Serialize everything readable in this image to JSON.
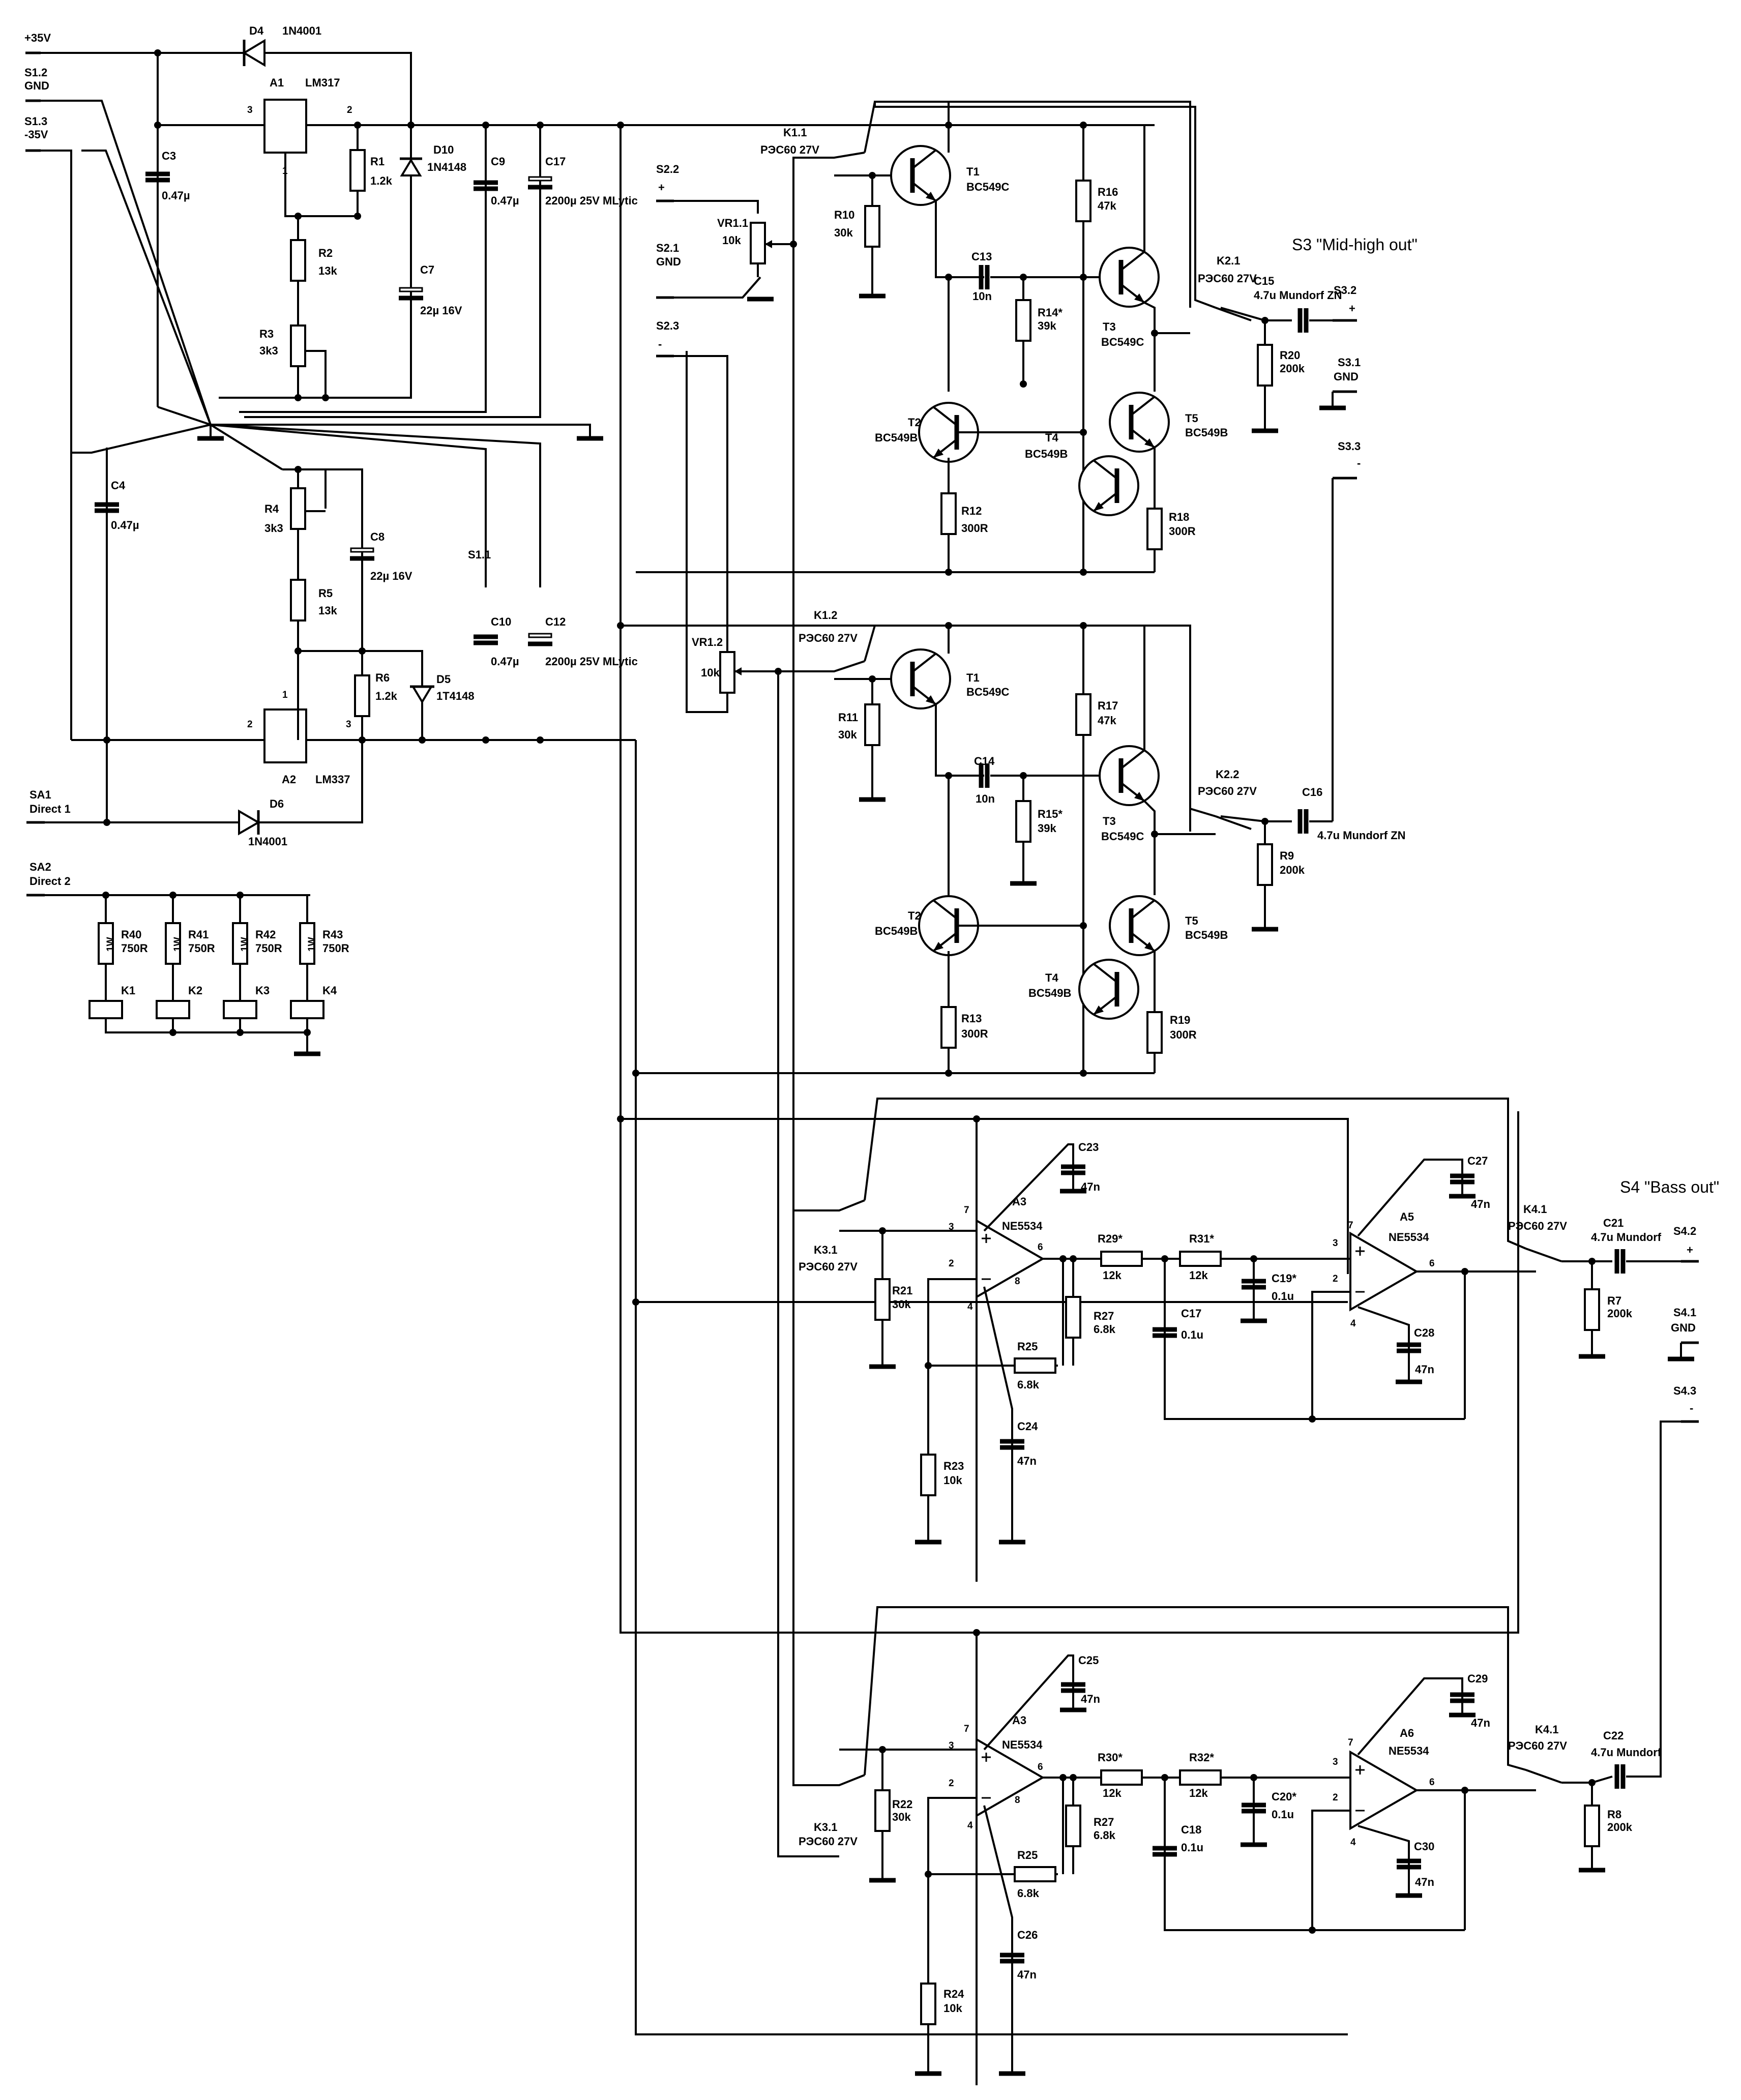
{
  "colors": {
    "ink": "#000000",
    "paper": "#ffffff"
  },
  "terminals": {
    "p35": "+35V",
    "s12": "S1.2",
    "gnd": "GND",
    "s13": "S1.3",
    "m35": "-35V",
    "sa1": "SA1",
    "direct1": "Direct 1",
    "sa2": "SA2",
    "direct2": "Direct 2",
    "s22": "S2.2",
    "s22pol": "+",
    "s21": "S2.1",
    "s21gnd": "GND",
    "s23": "S2.3",
    "s23pol": "-",
    "s11": "S1.1"
  },
  "outputs": {
    "s3_title": "S3 \"Mid-high out\"",
    "s32": "S3.2",
    "s32pol": "+",
    "s31": "S3.1",
    "s31gnd": "GND",
    "s33": "S3.3",
    "s33pol": "-",
    "s4_title": "S4 \"Bass out\"",
    "s42": "S4.2",
    "s42pol": "+",
    "s41": "S4.1",
    "s41gnd": "GND",
    "s43": "S4.3",
    "s43pol": "-"
  },
  "psu": {
    "d4": "D4",
    "d4v": "1N4001",
    "a1": "A1",
    "a1v": "LM317",
    "a1p3": "3",
    "a1p2": "2",
    "a1p1": "1",
    "c3": "C3",
    "c3v": "0.47µ",
    "r1": "R1",
    "r1v": "1.2k",
    "d10": "D10",
    "d10v": "1N4148",
    "c9": "C9",
    "c9v": "0.47µ",
    "c17": "C17",
    "c17v": "2200µ 25V MLytic",
    "r2": "R2",
    "r2v": "13k",
    "c7": "C7",
    "c7v": "22µ 16V",
    "r3": "R3",
    "r3v": "3k3",
    "c4": "C4",
    "c4v": "0.47µ",
    "r4": "R4",
    "r4v": "3k3",
    "c8": "C8",
    "c8v": "22µ 16V",
    "r5": "R5",
    "r5v": "13k",
    "c10": "C10",
    "c10v": "0.47µ",
    "c12": "C12",
    "c12v": "2200µ 25V MLytic",
    "a2": "A2",
    "a2v": "LM337",
    "a2p1": "1",
    "a2p2": "2",
    "a2p3": "3",
    "r6": "R6",
    "r6v": "1.2k",
    "d5": "D5",
    "d5v": "1T4148",
    "d6": "D6",
    "d6v": "1N4001"
  },
  "relays": [
    {
      "r": "R40",
      "rv": "750R",
      "w": "1W",
      "k": "K1"
    },
    {
      "r": "R41",
      "rv": "750R",
      "w": "1W",
      "k": "K2"
    },
    {
      "r": "R42",
      "rv": "750R",
      "w": "1W",
      "k": "K3"
    },
    {
      "r": "R43",
      "rv": "750R",
      "w": "1W",
      "k": "K4"
    }
  ],
  "ch1": {
    "vr": "VR1.1",
    "vrv": "10k",
    "k1": "K1.1",
    "k1v": "РЭС60 27V",
    "t1": "T1",
    "t1v": "BC549C",
    "r10": "R10",
    "r10v": "30k",
    "r16": "R16",
    "r16v": "47k",
    "c13": "C13",
    "c13v": "10n",
    "r14": "R14*",
    "r14v": "39k",
    "t3": "T3",
    "t3v": "BC549C",
    "k2": "K2.1",
    "k2v": "РЭС60 27V",
    "c15": "C15",
    "c15v": "4.7u Mundorf ZN",
    "r20": "R20",
    "r20v": "200k",
    "t2": "T2",
    "t2v": "BC549B",
    "t5": "T5",
    "t5v": "BC549B",
    "t4": "T4",
    "t4v": "BC549B",
    "r12": "R12",
    "r12v": "300R",
    "r18": "R18",
    "r18v": "300R"
  },
  "ch2": {
    "vr": "VR1.2",
    "vrv": "10k",
    "k1": "K1.2",
    "k1v": "РЭС60 27V",
    "t1": "T1",
    "t1v": "BC549C",
    "r11": "R11",
    "r11v": "30k",
    "r17": "R17",
    "r17v": "47k",
    "c14": "C14",
    "c14v": "10n",
    "r15": "R15*",
    "r15v": "39k",
    "t3": "T3",
    "t3v": "BC549C",
    "k2": "K2.2",
    "k2v": "РЭС60 27V",
    "c16": "C16",
    "c16v": "4.7u Mundorf ZN",
    "r9": "R9",
    "r9v": "200k",
    "t2": "T2",
    "t2v": "BC549B",
    "t5": "T5",
    "t5v": "BC549B",
    "t4": "T4",
    "t4v": "BC549B",
    "r13": "R13",
    "r13v": "300R",
    "r19": "R19",
    "r19v": "300R"
  },
  "bass1": {
    "k3": "K3.1",
    "k3v": "РЭС60 27V",
    "r21": "R21",
    "r21v": "30k",
    "a3": "A3",
    "a3v": "NE5534",
    "p7": "7",
    "p3": "3",
    "p2": "2",
    "p4": "4",
    "p6": "6",
    "p8": "8",
    "c23": "C23",
    "c23v": "47n",
    "r29": "R29*",
    "r29v": "12k",
    "r31": "R31*",
    "r31v": "12k",
    "c19": "C19*",
    "c19v": "0.1u",
    "r27": "R27",
    "r27v": "6.8k",
    "c17": "C17",
    "c17v": "0.1u",
    "r25": "R25",
    "r25v": "6.8k",
    "c24": "C24",
    "c24v": "47n",
    "r23": "R23",
    "r23v": "10k",
    "a5": "A5",
    "a5v": "NE5534",
    "c27": "C27",
    "c27v": "47n",
    "c28": "C28",
    "c28v": "47n",
    "k4": "K4.1",
    "k4v": "РЭС60 27V",
    "c21": "C21",
    "c21v": "4.7u Mundorf",
    "r7": "R7",
    "r7v": "200k"
  },
  "bass2": {
    "k3": "K3.1",
    "k3v": "РЭС60 27V",
    "r22": "R22",
    "r22v": "30k",
    "a3": "A3",
    "a3v": "NE5534",
    "p7": "7",
    "p3": "3",
    "p2": "2",
    "p4": "4",
    "p6": "6",
    "p8": "8",
    "c25": "C25",
    "c25v": "47n",
    "r30": "R30*",
    "r30v": "12k",
    "r32": "R32*",
    "r32v": "12k",
    "c20": "C20*",
    "c20v": "0.1u",
    "r27": "R27",
    "r27v": "6.8k",
    "c18": "C18",
    "c18v": "0.1u",
    "r25": "R25",
    "r25v": "6.8k",
    "c26": "C26",
    "c26v": "47n",
    "r24": "R24",
    "r24v": "10k",
    "a6": "A6",
    "a6v": "NE5534",
    "c29": "C29",
    "c29v": "47n",
    "c30": "C30",
    "c30v": "47n",
    "k4": "K4.1",
    "k4v": "РЭС60 27V",
    "c22": "C22",
    "c22v": "4.7u Mundorf",
    "r8": "R8",
    "r8v": "200k"
  }
}
